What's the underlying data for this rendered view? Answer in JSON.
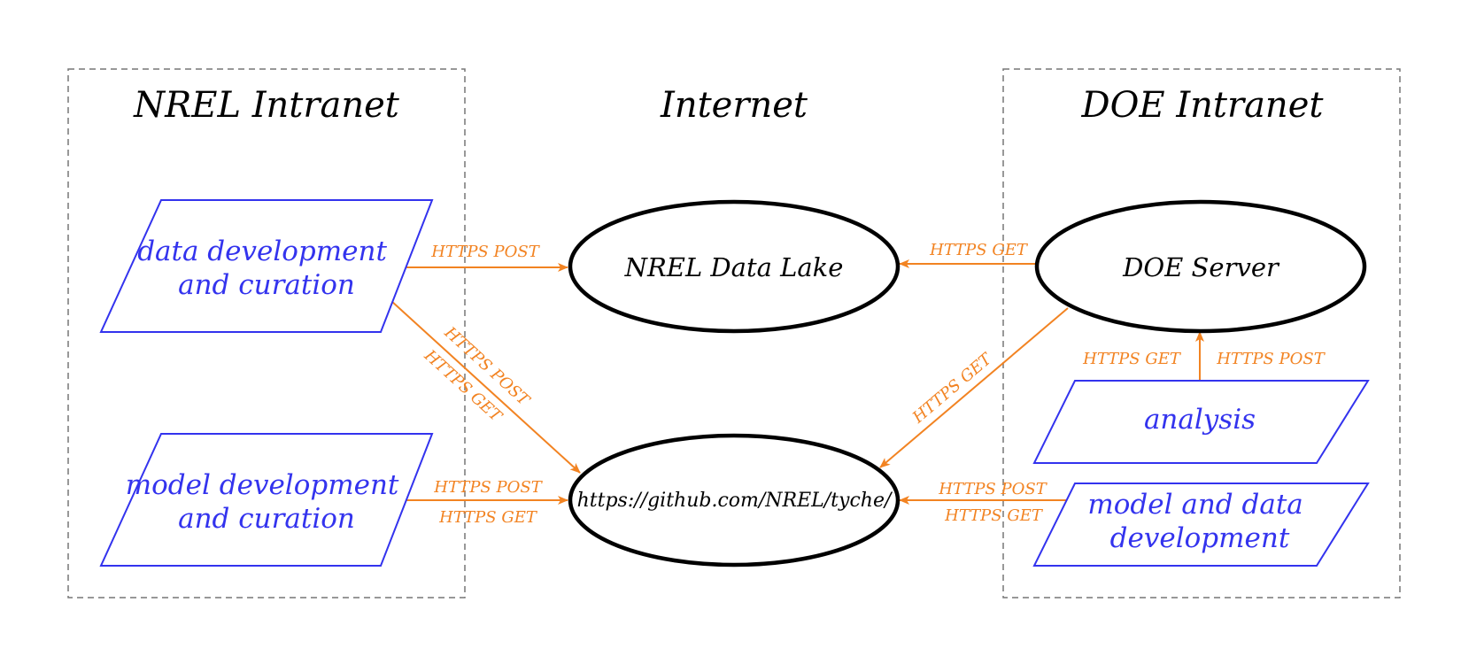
{
  "regions": {
    "nrel": "NREL Intranet",
    "internet": "Internet",
    "doe": "DOE Intranet"
  },
  "nodes": {
    "data_lake": "NREL Data Lake",
    "doe_server": "DOE Server",
    "github": "https://github.com/NREL/tyche/"
  },
  "processes": {
    "data_dev": [
      "data development",
      "and curation"
    ],
    "model_dev": [
      "model development",
      "and curation"
    ],
    "analysis": [
      "analysis"
    ],
    "model_data_dev": [
      "model and data",
      "development"
    ]
  },
  "edges": {
    "data_dev_to_lake": "HTTPS POST",
    "data_dev_to_github_post": "HTTPS POST",
    "data_dev_to_github_get": "HTTPS GET",
    "model_dev_to_github_post": "HTTPS POST",
    "model_dev_to_github_get": "HTTPS GET",
    "server_to_lake": "HTTPS GET",
    "server_to_github": "HTTPS GET",
    "analysis_get": "HTTPS GET",
    "analysis_post": "HTTPS POST",
    "mdd_to_github_post": "HTTPS POST",
    "mdd_to_github_get": "HTTPS GET"
  },
  "colors": {
    "edge": "#f28322",
    "process": "#3333ee",
    "node": "#000000",
    "region_border": "#777777"
  }
}
